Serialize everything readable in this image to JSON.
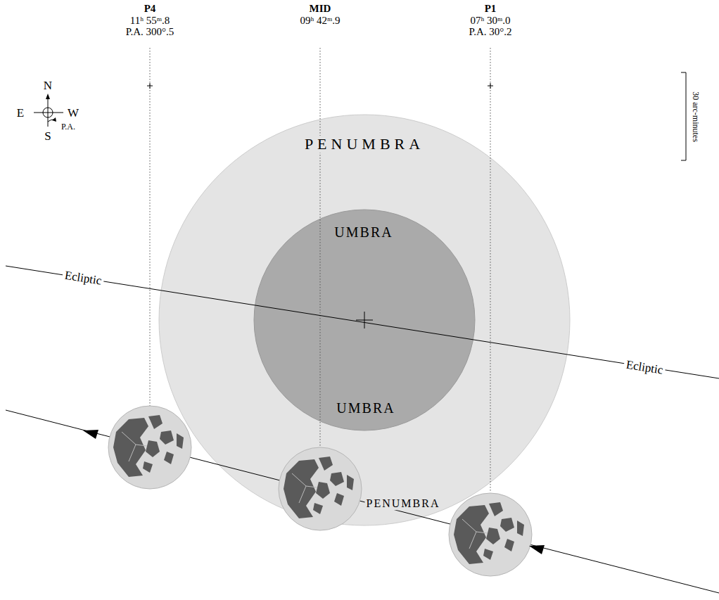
{
  "diagram": {
    "nodes": [
      {
        "text": [
          "PENUMBRA",
          "PENUMBRA"
        ]
      },
      {
        "text": [
          "UMBRA",
          "UMBRA"
        ],
        "in": 0
      }
    ],
    "labels": [
      "P4",
      "11ʰ 55ᵐ.8",
      "P.A. 300°.5",
      "MID",
      "09ʰ 42ᵐ.9",
      "P1",
      "07ʰ 30ᵐ.0",
      "P.A. 30°.2",
      "N",
      "E",
      "W",
      "S",
      "P.A.",
      "30 arc-minutes",
      "Ecliptic",
      "Ecliptic"
    ]
  }
}
